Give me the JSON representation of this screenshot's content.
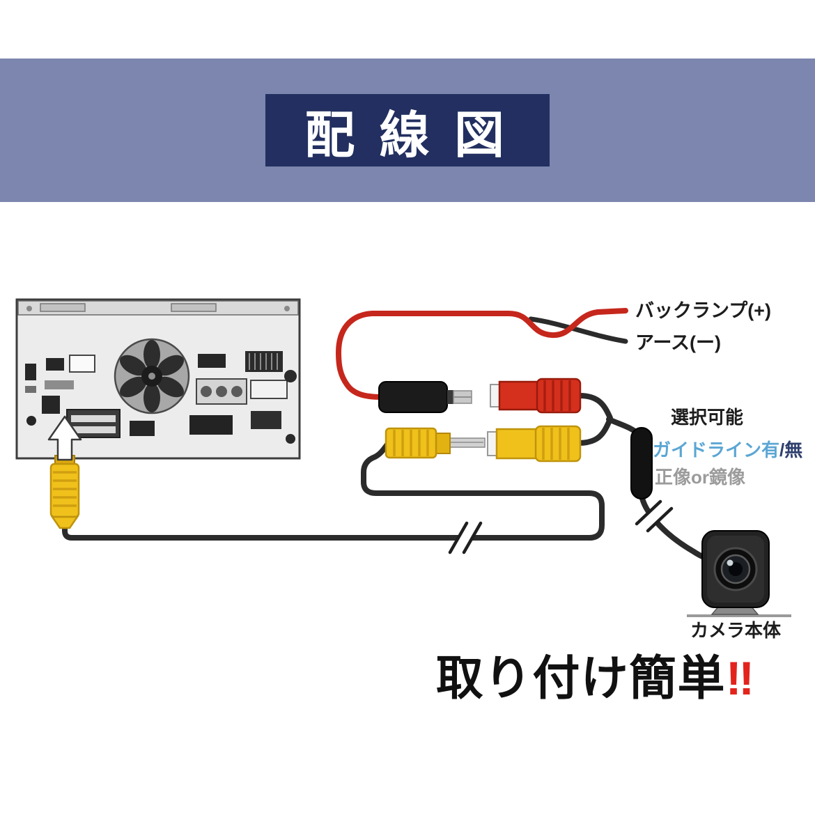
{
  "banner": {
    "title": "配 線 図"
  },
  "diagram": {
    "labels": {
      "back_lamp": "バックランプ(+)",
      "ground": "アース(ー)",
      "selectable": "選択可能",
      "guideline_main": "ガイドライン有",
      "guideline_suffix": "/無",
      "image_mode": "正像or鏡像",
      "camera_body": "カメラ本体"
    },
    "icons": {
      "head_unit": "car-stereo-rear-view",
      "insert_arrow": "insert-arrow",
      "yellow_rca": "video-rca-connector",
      "red_rca": "power-rca-connector",
      "dc_plug": "dc-power-plug",
      "inline_adapter": "inline-selector-unit",
      "camera": "backup-camera"
    }
  },
  "footer": {
    "text": "取り付け簡単",
    "emphasis": "‼"
  },
  "colors": {
    "banner_bg": "#7c86ae",
    "title_box_bg": "#222f60",
    "wire_black": "#2b2b2b",
    "wire_red": "#c6271c",
    "connector_yellow": "#f0c11b",
    "connector_red": "#d5301d",
    "guideline_text_blue": "#5ba6d4",
    "guideline_suffix_navy": "#2e3f6e",
    "image_mode_text_gray": "#9b9b9b",
    "emphasis_red": "#e2241d"
  }
}
